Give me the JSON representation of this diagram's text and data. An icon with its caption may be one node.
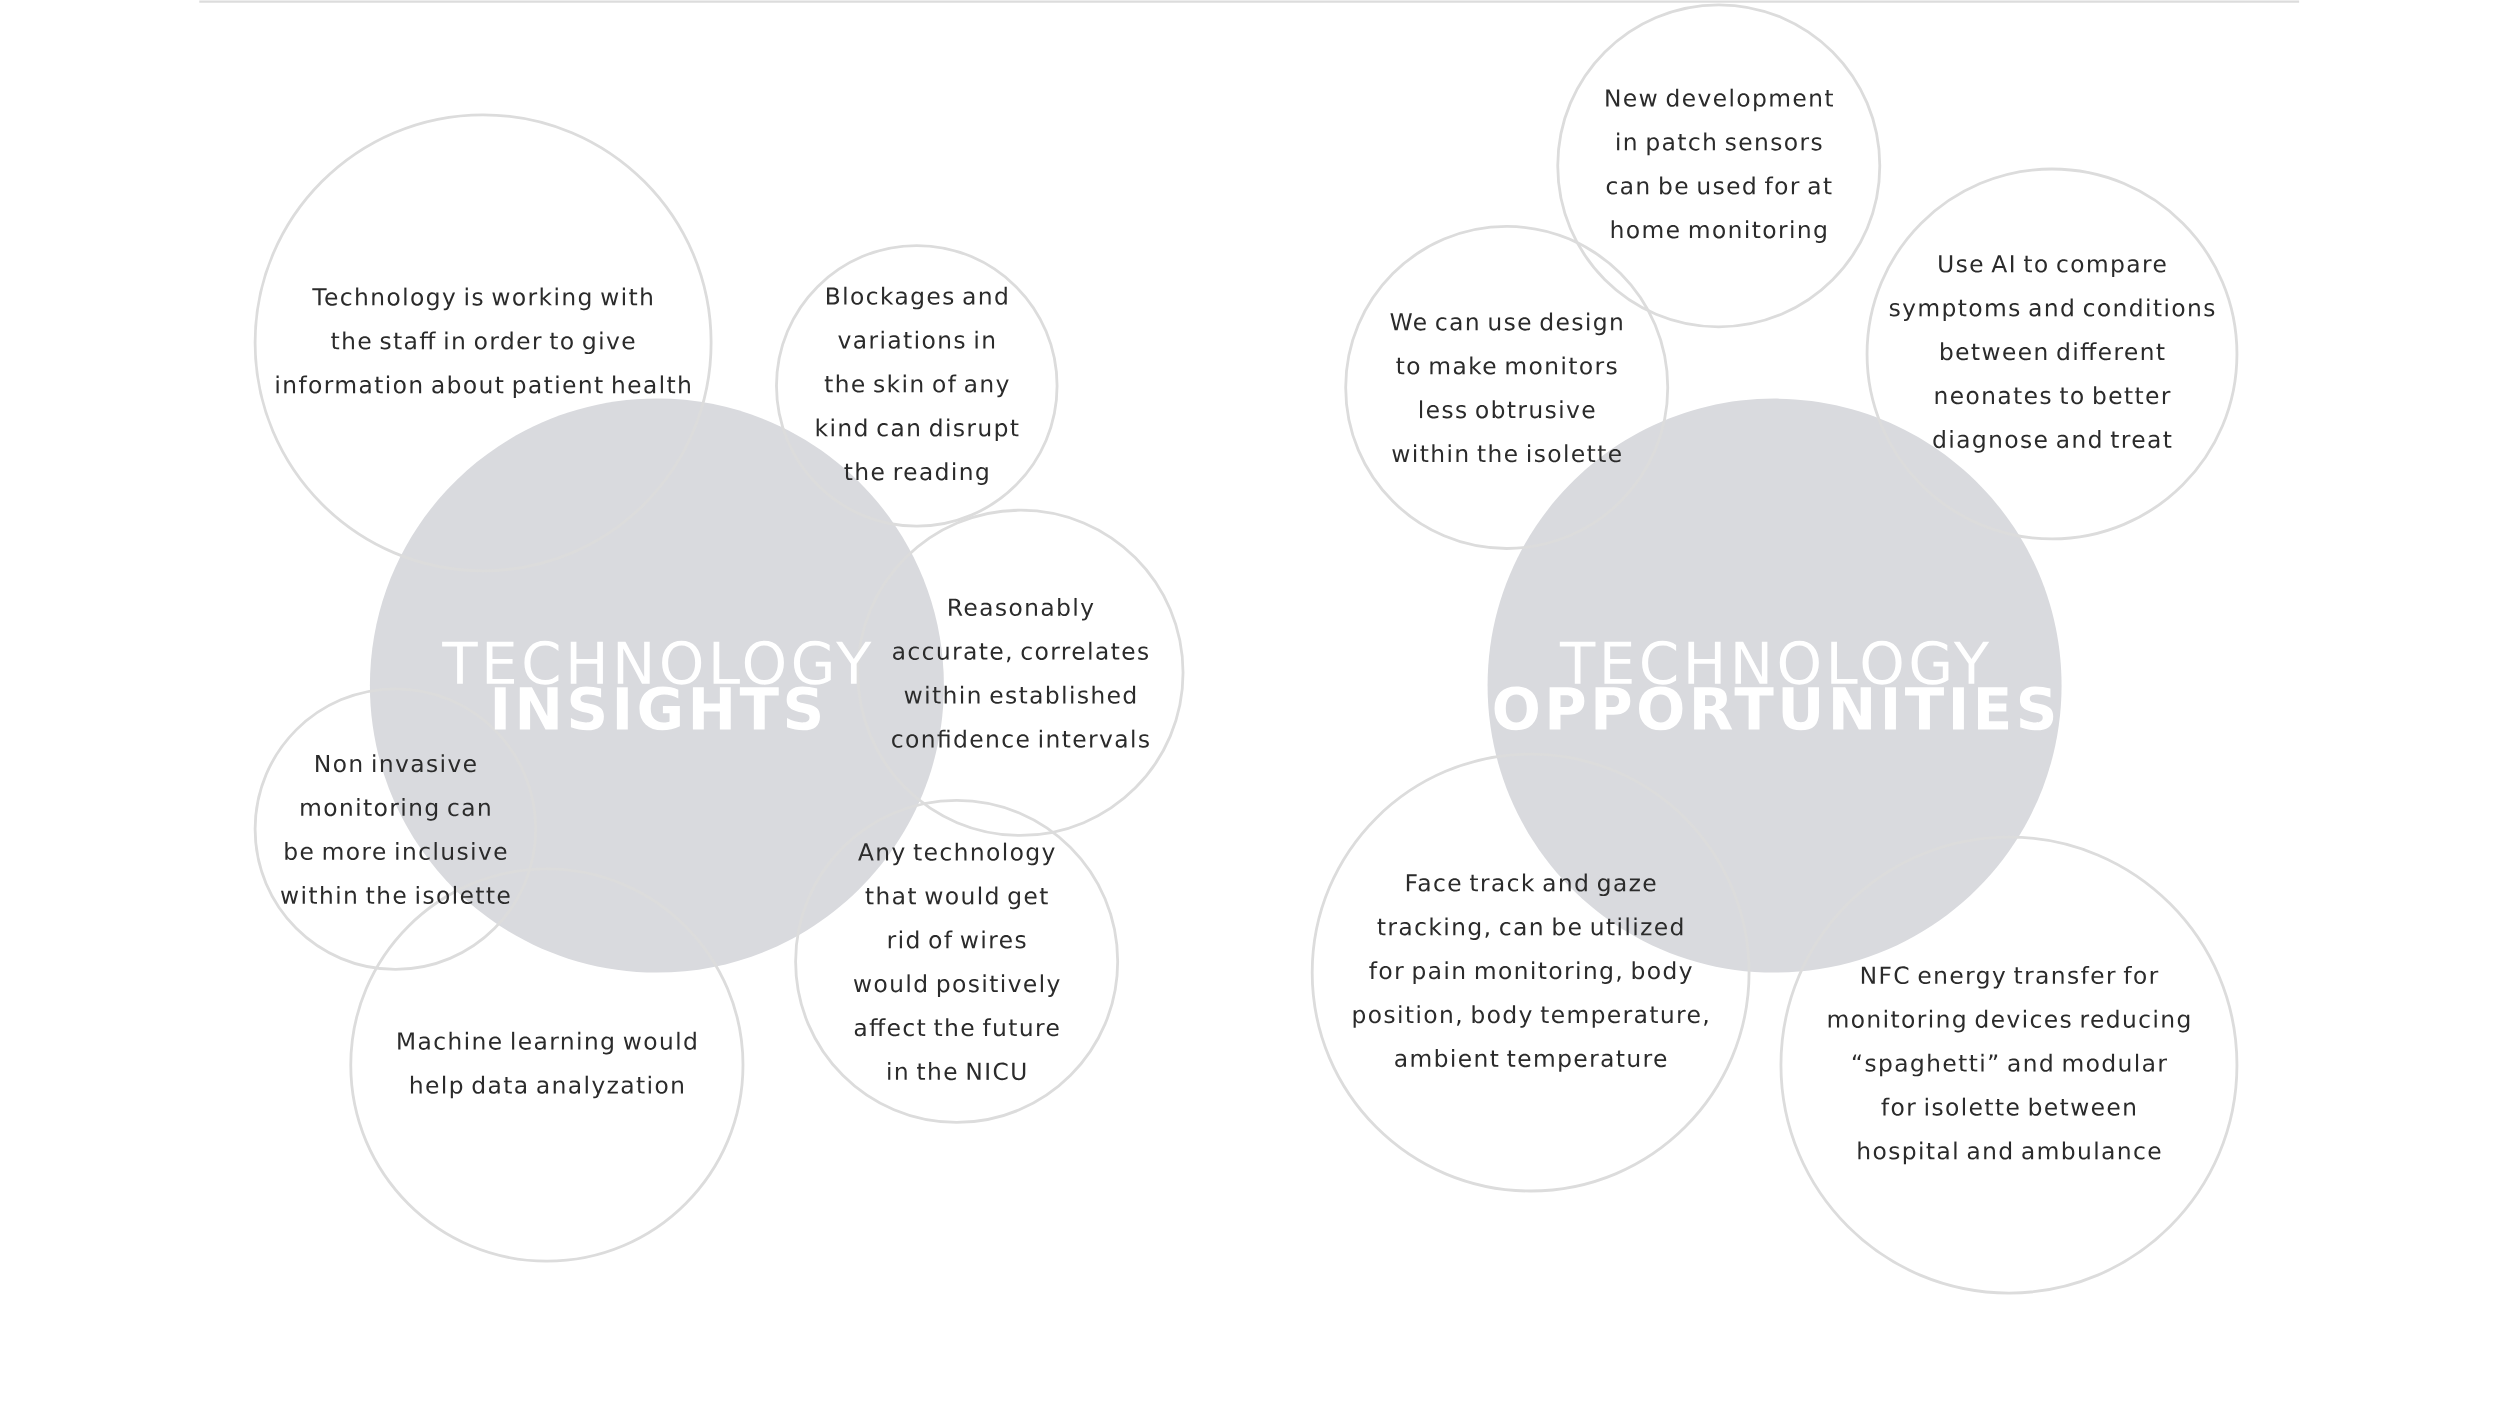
{
  "diagram": {
    "nodes": [
      {
        "text": [
          "TECHNOLOGY",
          "INSIGHTS"
        ]
      },
      {
        "text": [
          "Technology is working with the staff in order to give information about patient health"
        ]
      },
      {
        "text": [
          "Blockages and variations in the skin of any kind can disrupt the reading"
        ]
      },
      {
        "text": [
          "Reasonably accurate, correlates within established confidence intervals"
        ]
      },
      {
        "text": [
          "Non invasive monitoring can be more inclusive within the isolette"
        ]
      },
      {
        "text": [
          "Any technology that would get rid of wires would positively affect the future in the NICU"
        ]
      },
      {
        "text": [
          "Machine learning would help data analyzation"
        ]
      },
      {
        "text": [
          "TECHNOLOGY",
          "OPPORTUNITIES"
        ]
      },
      {
        "text": [
          "New development in patch sensors can be used for at home monitoring"
        ]
      },
      {
        "text": [
          "We can use design to make monitors less obtrusive within the isolette"
        ]
      },
      {
        "text": [
          "Use AI to compare symptoms and conditions between different neonates to better diagnose and treat"
        ]
      },
      {
        "text": [
          "Face track and gaze tracking, can be utilized for pain monitoring, body position, body temperature, ambient temperature"
        ]
      },
      {
        "text": [
          "NFC energy transfer for monitoring devices reducing “spaghetti” and modular for isolette between hospital and ambulance"
        ]
      }
    ]
  }
}
